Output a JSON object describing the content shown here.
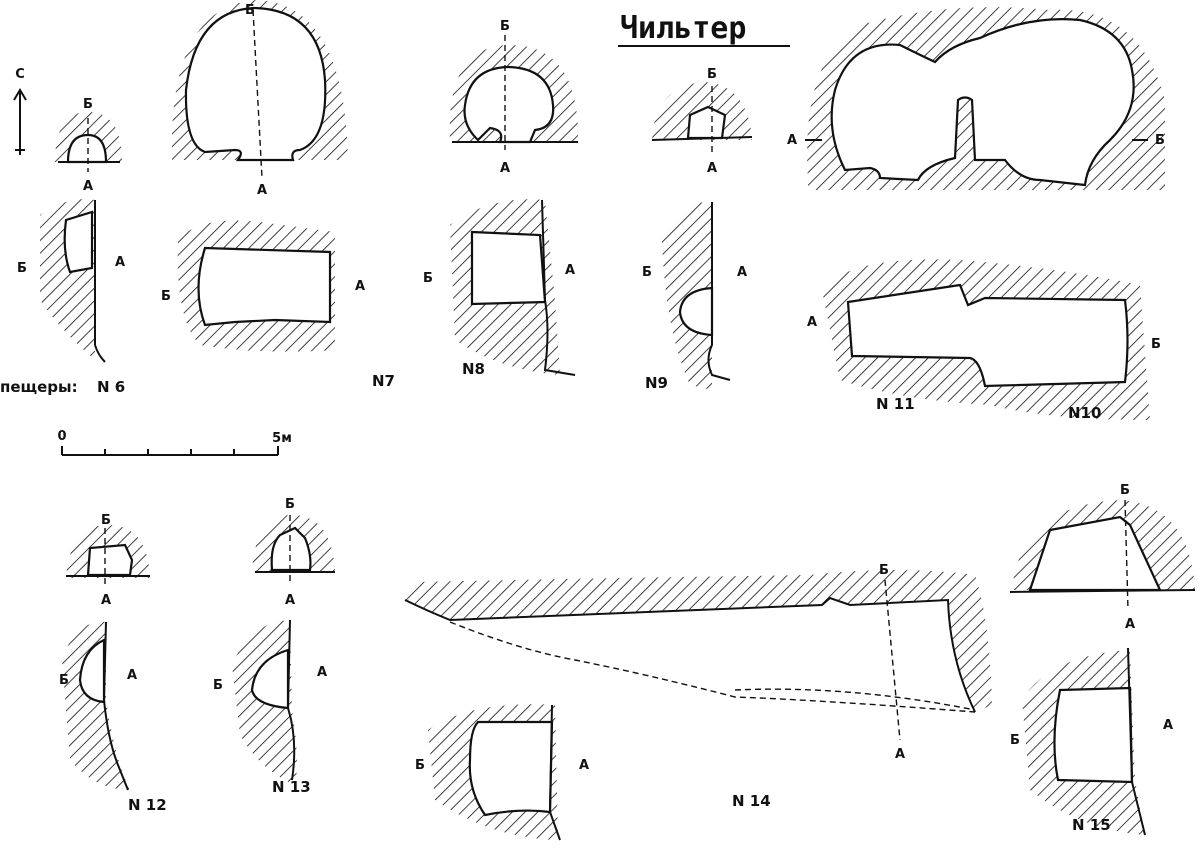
{
  "title": "Чильтер",
  "compass": "С",
  "caves_label": "пещеры:",
  "scale": {
    "start": "0",
    "end": "5м"
  },
  "marks": {
    "b": "Б",
    "a": "А"
  },
  "caves": {
    "n6": "N 6",
    "n7": "N7",
    "n8": "N8",
    "n9": "N9",
    "n10": "N10",
    "n11": "N 11",
    "n12": "N 12",
    "n13": "N 13",
    "n14": "N 14",
    "n15": "N 15"
  }
}
